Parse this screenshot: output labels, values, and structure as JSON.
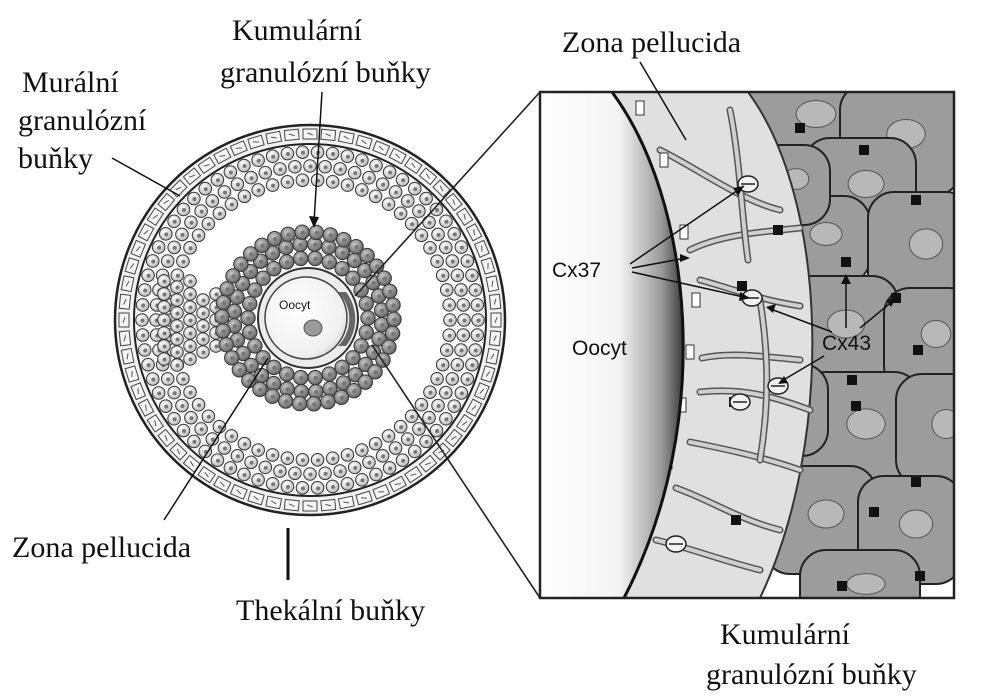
{
  "labels": {
    "mural_line1": "Murální",
    "mural_line2": "granulózní",
    "mural_line3": "buňky",
    "cumulus_top_line1": "Kumulární",
    "cumulus_top_line2": "granulózní buňky",
    "zona_top": "Zona pellucida",
    "zona_bottom": "Zona pellucida",
    "theca": "Thekální buňky",
    "cumulus_bottom_line1": "Kumulární",
    "cumulus_bottom_line2": "granulózní buňky",
    "oocyte_small": "Oocyt",
    "oocyte_large": "Oocyt",
    "cx37": "Cx37",
    "cx43": "Cx43"
  },
  "colors": {
    "background": "#ffffff",
    "outline": "#222222",
    "granulosa_fill": "#d9d9d9",
    "cumulus_fill": "#8f8f8f",
    "cumulus_cell_fill": "#9a9a9a",
    "zona_fill": "#e4e4e4",
    "nucleus_fill": "#b5b5b5",
    "junction_fill": "#111111"
  }
}
